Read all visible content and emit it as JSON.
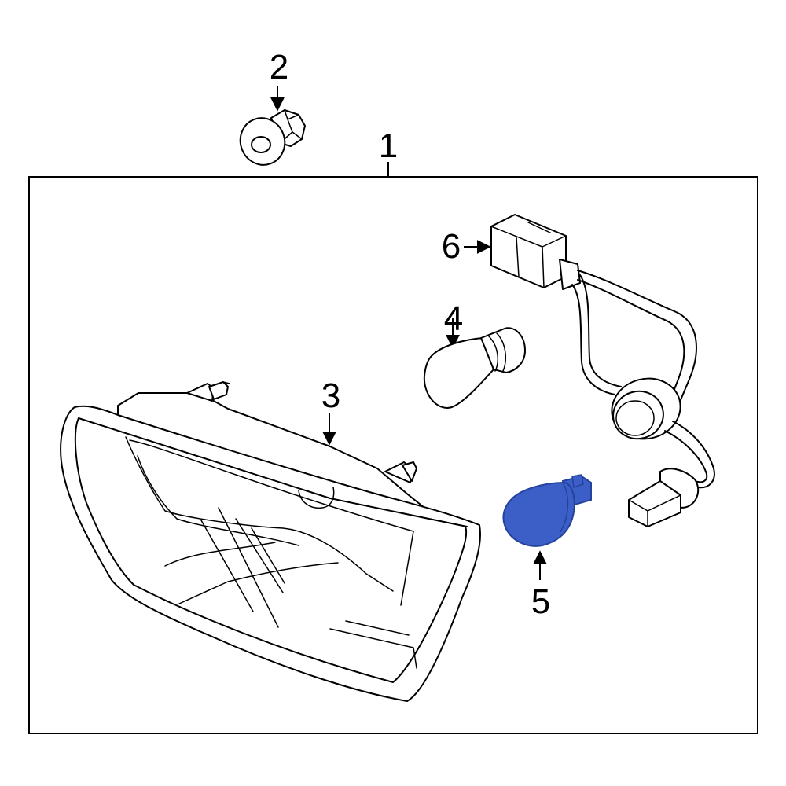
{
  "callouts": {
    "c1": "1",
    "c2": "2",
    "c3": "3",
    "c4": "4",
    "c5": "5",
    "c6": "6"
  },
  "colors": {
    "highlight": "#3b5fc6",
    "highlight_dark": "#24429e",
    "line": "#000000",
    "background": "#ffffff"
  }
}
